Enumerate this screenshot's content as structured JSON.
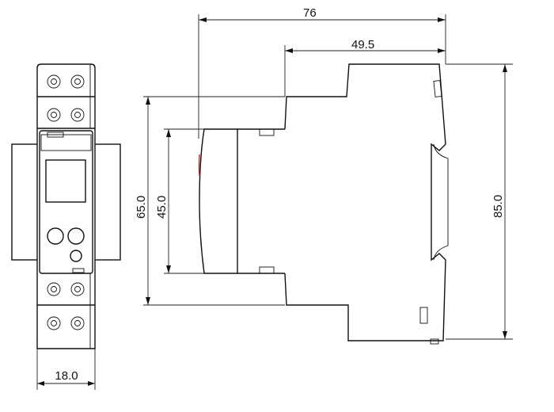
{
  "drawing": {
    "dimensions": {
      "overall_depth": "76",
      "body_depth": "49.5",
      "overall_height": "85.0",
      "body_height": "65.0",
      "front_height": "45.0",
      "width": "18.0"
    },
    "colors": {
      "line": "#111111",
      "accent": "#d02030"
    }
  }
}
